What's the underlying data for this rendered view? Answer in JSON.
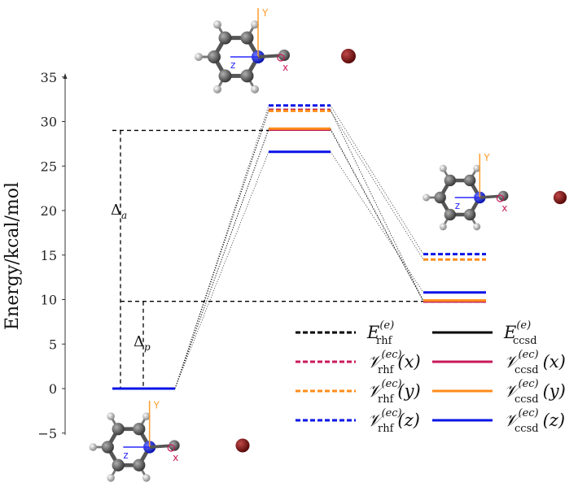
{
  "chart_data": {
    "type": "line",
    "ylabel": "Energy/kcal/mol",
    "ylim": [
      -5,
      35
    ],
    "yticks": [
      "−5",
      "0",
      "5",
      "10",
      "15",
      "20",
      "25",
      "30",
      "35"
    ],
    "ytick_values": [
      -5,
      0,
      5,
      10,
      15,
      20,
      25,
      30,
      35
    ],
    "levels": [
      "reactant",
      "transition state",
      "product"
    ],
    "series": [
      {
        "name": "E_rhf^(e)",
        "method": "rhf",
        "dashed": true,
        "color": "#000000",
        "values": [
          0.0,
          31.3,
          9.8
        ]
      },
      {
        "name": "E_ccsd^(e)",
        "method": "ccsd",
        "dashed": false,
        "color": "#000000",
        "values": [
          0.0,
          29.1,
          9.8
        ]
      },
      {
        "name": "V_rhf^(ec)(x)",
        "method": "rhf",
        "dashed": true,
        "color": "#c8195a",
        "values": [
          0.0,
          31.3,
          9.8
        ]
      },
      {
        "name": "V_ccsd^(ec)(x)",
        "method": "ccsd",
        "dashed": false,
        "color": "#c8195a",
        "values": [
          0.0,
          29.1,
          9.8
        ]
      },
      {
        "name": "V_rhf^(ec)(y)",
        "method": "rhf",
        "dashed": true,
        "color": "#ff8c1a",
        "values": [
          0.0,
          31.2,
          14.5
        ]
      },
      {
        "name": "V_ccsd^(ec)(y)",
        "method": "ccsd",
        "dashed": false,
        "color": "#ff8c1a",
        "values": [
          0.0,
          29.2,
          9.9
        ]
      },
      {
        "name": "V_rhf^(ec)(z)",
        "method": "rhf",
        "dashed": true,
        "color": "#0a14e6",
        "values": [
          0.0,
          31.8,
          15.1
        ]
      },
      {
        "name": "V_ccsd^(ec)(z)",
        "method": "ccsd",
        "dashed": false,
        "color": "#0a14e6",
        "values": [
          0.0,
          26.6,
          10.8
        ]
      }
    ],
    "guides": {
      "delta_a_value": 29.0,
      "delta_p_value": 9.8
    },
    "annotations": {
      "delta_a": "Δ",
      "delta_a_sub": "a",
      "delta_p": "Δ",
      "delta_p_sub": "p"
    },
    "legend": {
      "placement": "lower-right",
      "entries": [
        {
          "main": "E",
          "sup": "(e)",
          "sub": "rhf",
          "arg": "",
          "dashed": true,
          "color": "#000000"
        },
        {
          "main": "E",
          "sup": "(e)",
          "sub": "ccsd",
          "arg": "",
          "dashed": false,
          "color": "#000000"
        },
        {
          "main": "𝒱",
          "sup": "(ec)",
          "sub": "rhf",
          "arg": "(x)",
          "dashed": true,
          "color": "#c8195a"
        },
        {
          "main": "𝒱",
          "sup": "(ec)",
          "sub": "ccsd",
          "arg": "(x)",
          "dashed": false,
          "color": "#c8195a"
        },
        {
          "main": "𝒱",
          "sup": "(ec)",
          "sub": "rhf",
          "arg": "(y)",
          "dashed": true,
          "color": "#ff8c1a"
        },
        {
          "main": "𝒱",
          "sup": "(ec)",
          "sub": "ccsd",
          "arg": "(y)",
          "dashed": false,
          "color": "#ff8c1a"
        },
        {
          "main": "𝒱",
          "sup": "(ec)",
          "sub": "rhf",
          "arg": "(z)",
          "dashed": true,
          "color": "#0a14e6"
        },
        {
          "main": "𝒱",
          "sup": "(ec)",
          "sub": "ccsd",
          "arg": "(z)",
          "dashed": false,
          "color": "#0a14e6"
        }
      ]
    },
    "molecule_axis_labels": {
      "x": "x",
      "y": "Y",
      "z": "z"
    }
  }
}
